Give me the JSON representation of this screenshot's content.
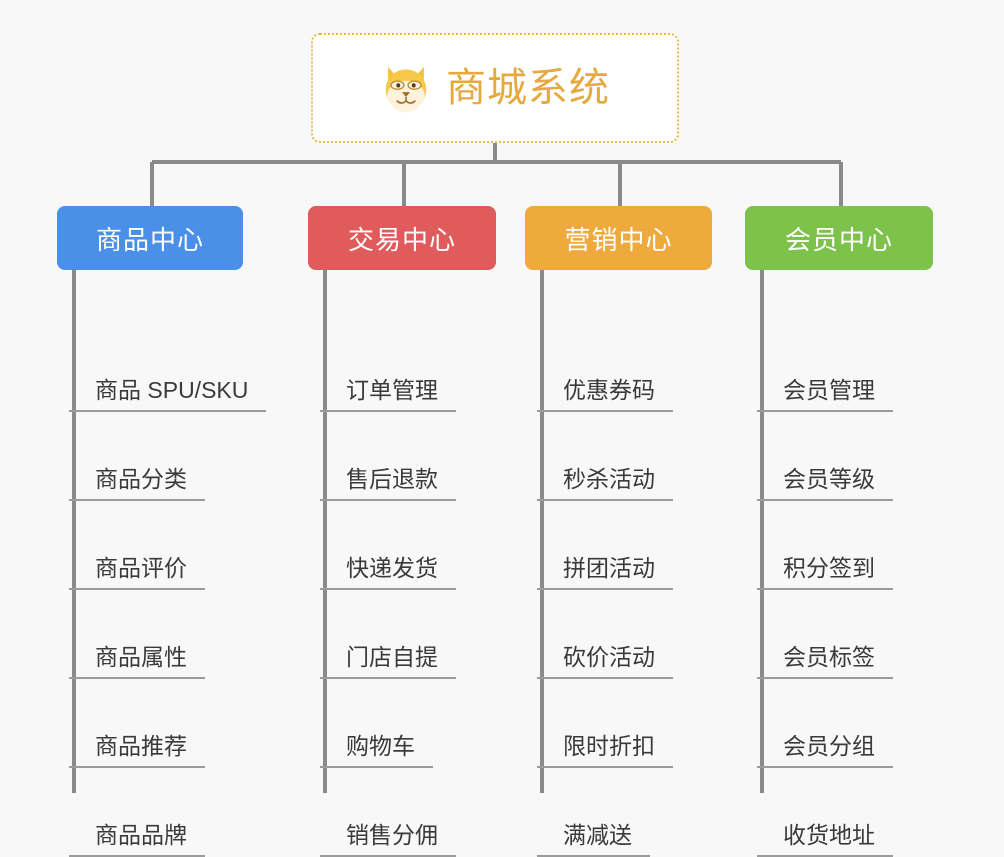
{
  "canvas": {
    "background": "#f8f8f8",
    "line_color": "#8a8a8a",
    "leaf_rule_color": "#9b9b9b"
  },
  "root": {
    "title": "商城系统",
    "icon": "shiba-dog-face-icon",
    "text_color": "#e5a93f",
    "border_color": "#e9b94e",
    "background": "#ffffff"
  },
  "branches": [
    {
      "id": "product-center",
      "label": "商品中心",
      "color": "#4a90e8",
      "leaves": [
        "商品 SPU/SKU",
        "商品分类",
        "商品评价",
        "商品属性",
        "商品推荐",
        "商品品牌"
      ]
    },
    {
      "id": "trade-center",
      "label": "交易中心",
      "color": "#e05b5b",
      "leaves": [
        "订单管理",
        "售后退款",
        "快递发货",
        "门店自提",
        "购物车",
        "销售分佣"
      ]
    },
    {
      "id": "marketing-center",
      "label": "营销中心",
      "color": "#eeaa3c",
      "leaves": [
        "优惠券码",
        "秒杀活动",
        "拼团活动",
        "砍价活动",
        "限时折扣",
        "满减送"
      ]
    },
    {
      "id": "member-center",
      "label": "会员中心",
      "color": "#7dc24b",
      "leaves": [
        "会员管理",
        "会员等级",
        "积分签到",
        "会员标签",
        "会员分组",
        "收货地址"
      ]
    }
  ]
}
